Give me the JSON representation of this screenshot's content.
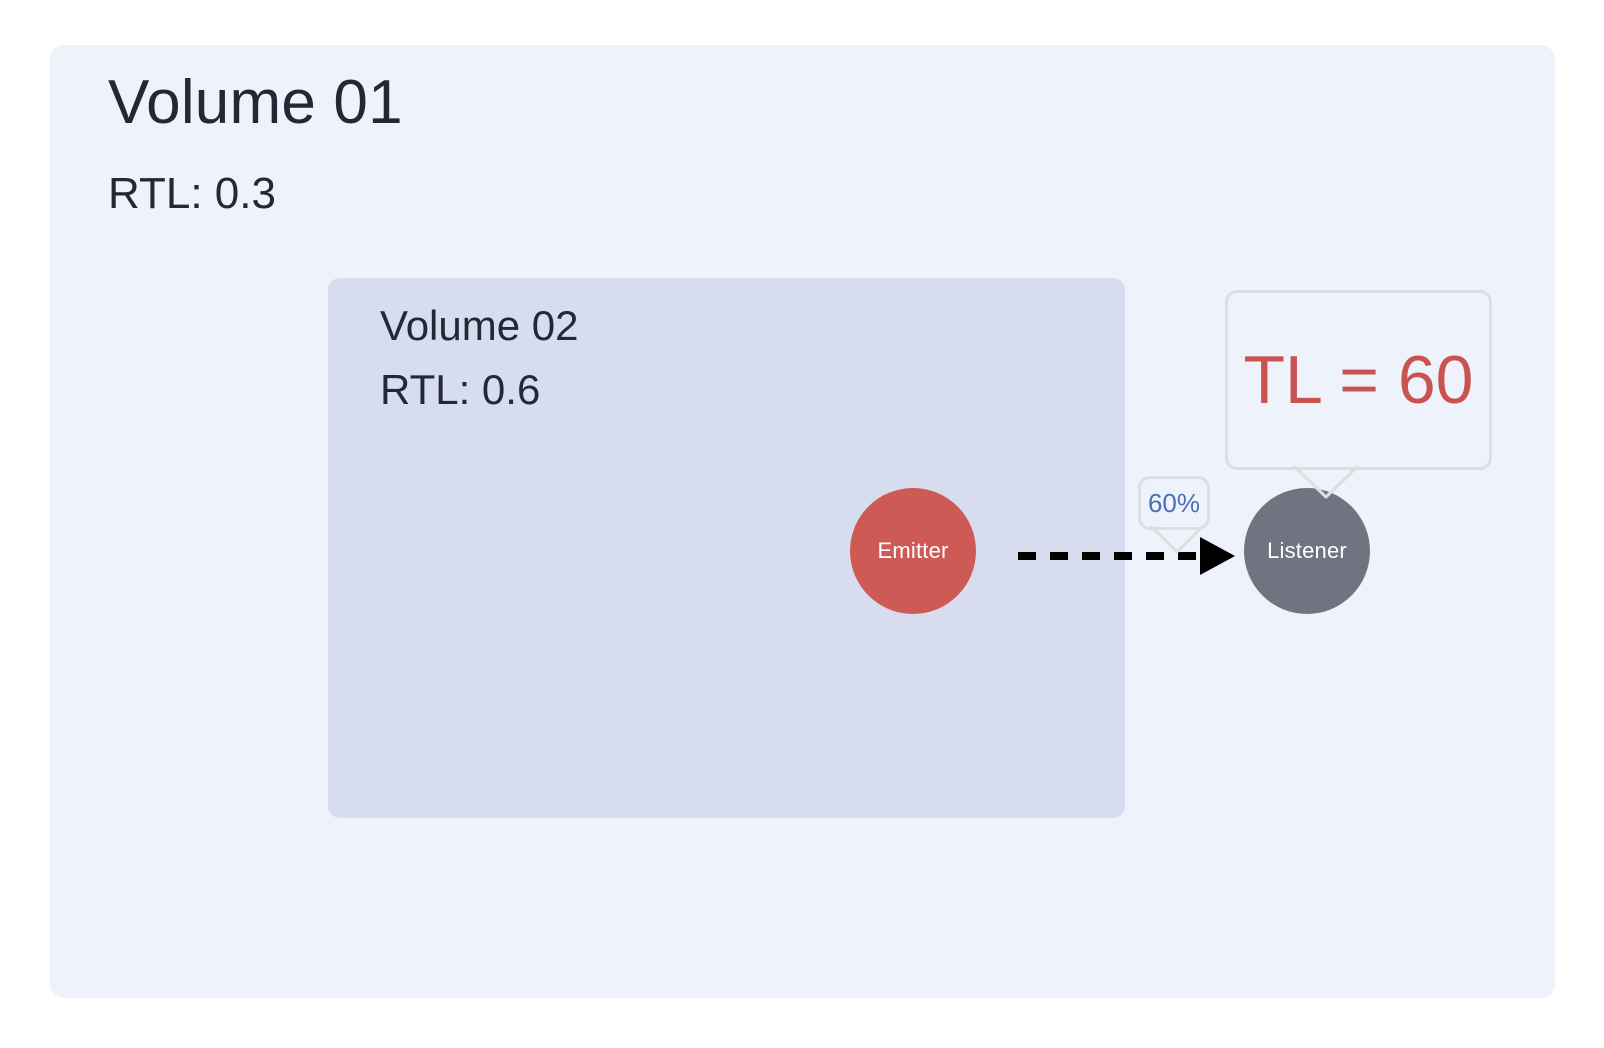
{
  "diagram": {
    "background_color": "#ffffff",
    "outer_volume": {
      "name": "outer-volume",
      "title": "Volume 01",
      "rtl_label": "RTL: 0.3",
      "rtl_value": 0.3,
      "fill_color": "#eef2fb"
    },
    "inner_volume": {
      "name": "inner-volume",
      "title": "Volume 02",
      "rtl_label": "RTL: 0.6",
      "rtl_value": 0.6,
      "fill_color": "#d8dcef"
    },
    "nodes": [
      {
        "id": "emitter",
        "label": "Emitter",
        "color": "#cd5a55",
        "text_color": "#ffffff",
        "inside": "Volume 02"
      },
      {
        "id": "listener",
        "label": "Listener",
        "color": "#6f7480",
        "text_color": "#ffffff",
        "inside": "Volume 01"
      }
    ],
    "connector": {
      "from": "Emitter",
      "to": "Listener",
      "style": "dashed",
      "color": "#000000",
      "arrowhead": "filled-triangle"
    },
    "callouts": [
      {
        "id": "transmission-loss",
        "text": "TL = 60",
        "value": 60,
        "text_color": "#c9534f",
        "border_color": "#dcdedf",
        "fill_color": "#eef2fb",
        "points_at": "Listener"
      },
      {
        "id": "percent",
        "text": "60%",
        "value": 60,
        "text_color": "#4a6fb8",
        "border_color": "#dcdedf",
        "fill_color": "#eef2fb",
        "points_at": "connector"
      }
    ]
  }
}
